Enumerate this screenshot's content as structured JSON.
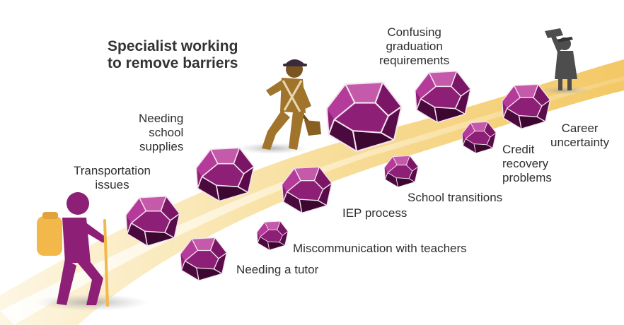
{
  "title": [
    "Specialist working",
    "to remove barriers"
  ],
  "labels": {
    "transportation": [
      "Transportation",
      "issues"
    ],
    "school_supplies": [
      "Needing",
      "school",
      "supplies"
    ],
    "tutor": "Needing a tutor",
    "miscommunication": "Miscommunication with teachers",
    "iep": "IEP process",
    "school_transitions": "School transitions",
    "credit_recovery": [
      "Credit",
      "recovery",
      "problems"
    ],
    "graduation": [
      "Confusing",
      "graduation",
      "requirements"
    ],
    "career": [
      "Career",
      "uncertainty"
    ]
  },
  "colors": {
    "rock_fill": "#8e1f76",
    "rock_dark": "#4a0a3d",
    "rock_edge": "#f3e4ee",
    "path_light": "#fdf3d6",
    "path_gold": "#f4cf7a",
    "hiker": "#8e1f76",
    "backpack": "#f2b84a",
    "worker": "#a0742a",
    "worker_helmet": "#3c2a3c",
    "graduate": "#4d4d4d"
  },
  "icons": [
    "hiker-icon",
    "worker-icon",
    "graduate-icon",
    "rock-icon"
  ]
}
